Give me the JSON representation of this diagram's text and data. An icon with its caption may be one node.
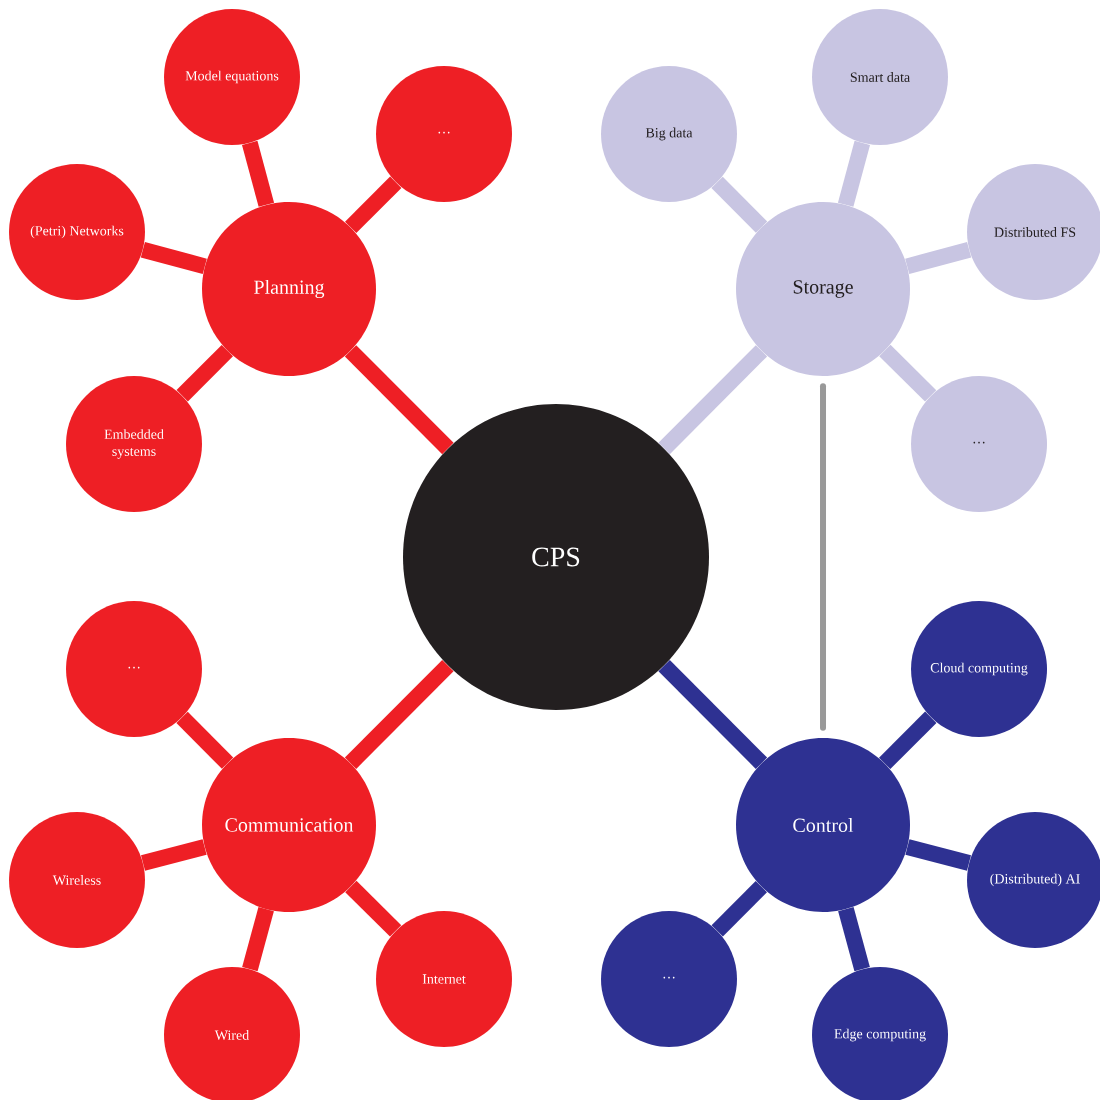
{
  "diagram": {
    "nodes": [
      {
        "text": [
          "CPS"
        ]
      },
      {
        "text": [
          "Planning"
        ]
      },
      {
        "text": [
          "Model equations"
        ]
      },
      {
        "text": [
          "…"
        ]
      },
      {
        "text": [
          "(Petri) Networks"
        ]
      },
      {
        "text": [
          "Embedded systems"
        ]
      },
      {
        "text": [
          "Storage"
        ]
      },
      {
        "text": [
          "Big data"
        ]
      },
      {
        "text": [
          "Smart data"
        ]
      },
      {
        "text": [
          "Distributed FS"
        ]
      },
      {
        "text": [
          "…"
        ]
      },
      {
        "text": [
          "Communication"
        ]
      },
      {
        "text": [
          "…"
        ]
      },
      {
        "text": [
          "Wireless"
        ]
      },
      {
        "text": [
          "Wired"
        ]
      },
      {
        "text": [
          "Internet"
        ]
      },
      {
        "text": [
          "Control"
        ]
      },
      {
        "text": [
          "Cloud computing"
        ]
      },
      {
        "text": [
          "(Distributed) AI"
        ]
      },
      {
        "text": [
          "Edge computing"
        ]
      },
      {
        "text": [
          "…"
        ]
      }
    ],
    "edges": [
      {
        "from": 0,
        "to": 1,
        "arrow": "none"
      },
      {
        "from": 0,
        "to": 6,
        "arrow": "none",
        "color": "#c8c5e2"
      },
      {
        "from": 0,
        "to": 11,
        "arrow": "none"
      },
      {
        "from": 0,
        "to": 16,
        "arrow": "none",
        "color": "#2e3192"
      },
      {
        "from": 1,
        "to": 2,
        "arrow": "none"
      },
      {
        "from": 1,
        "to": 3,
        "arrow": "none"
      },
      {
        "from": 1,
        "to": 4,
        "arrow": "none"
      },
      {
        "from": 1,
        "to": 5,
        "arrow": "none"
      },
      {
        "from": 6,
        "to": 7,
        "arrow": "none",
        "color": "#c8c5e2"
      },
      {
        "from": 6,
        "to": 8,
        "arrow": "none",
        "color": "#c8c5e2"
      },
      {
        "from": 6,
        "to": 9,
        "arrow": "none",
        "color": "#c8c5e2"
      },
      {
        "from": 6,
        "to": 10,
        "arrow": "none",
        "color": "#c8c5e2"
      },
      {
        "from": 11,
        "to": 12,
        "arrow": "none"
      },
      {
        "from": 11,
        "to": 13,
        "arrow": "none"
      },
      {
        "from": 11,
        "to": 14,
        "arrow": "none"
      },
      {
        "from": 11,
        "to": 15,
        "arrow": "none"
      },
      {
        "from": 16,
        "to": 17,
        "arrow": "none",
        "color": "#2e3192"
      },
      {
        "from": 16,
        "to": 18,
        "arrow": "none",
        "color": "#2e3192"
      },
      {
        "from": 16,
        "to": 19,
        "arrow": "none",
        "color": "#2e3192"
      },
      {
        "from": 16,
        "to": 20,
        "arrow": "none",
        "color": "#2e3192"
      },
      {
        "from": 6,
        "to": 16,
        "arrow": "none",
        "color": "#999999"
      }
    ]
  }
}
